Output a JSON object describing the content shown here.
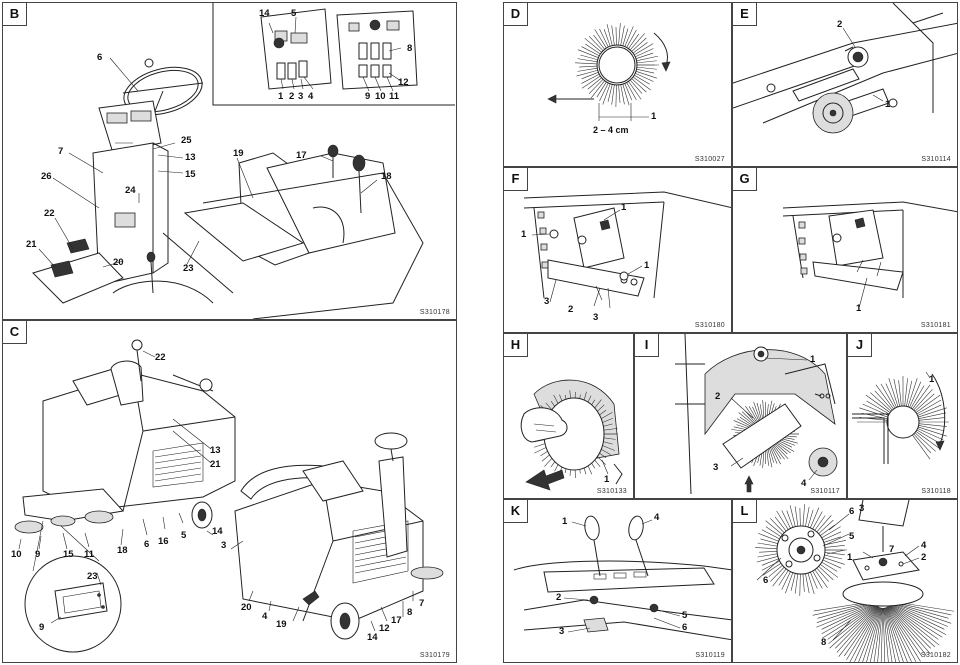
{
  "panels": {
    "B": {
      "letter": "B",
      "code": "S310178",
      "labels": [
        "14",
        "5",
        "6",
        "8",
        "12",
        "1",
        "2",
        "3",
        "4",
        "9",
        "10",
        "11",
        "25",
        "13",
        "7",
        "19",
        "17",
        "15",
        "26",
        "18",
        "24",
        "22",
        "21",
        "20",
        "23"
      ]
    },
    "C": {
      "letter": "C",
      "code": "S310179",
      "labels": [
        "22",
        "13",
        "21",
        "10",
        "9",
        "15",
        "11",
        "18",
        "6",
        "16",
        "5",
        "14",
        "3",
        "23",
        "9",
        "20",
        "4",
        "19",
        "12",
        "17",
        "14",
        "8",
        "7"
      ]
    },
    "D": {
      "letter": "D",
      "code": "S310027",
      "labels": [
        "1"
      ],
      "dimension": "2 – 4 cm"
    },
    "E": {
      "letter": "E",
      "code": "S310114",
      "labels": [
        "2",
        "1"
      ]
    },
    "F": {
      "letter": "F",
      "code": "S310180",
      "labels": [
        "1",
        "1",
        "1",
        "3",
        "2",
        "3"
      ]
    },
    "G": {
      "letter": "G",
      "code": "S310181",
      "labels": [
        "1"
      ]
    },
    "H": {
      "letter": "H",
      "code": "S310133",
      "labels": [
        "1"
      ]
    },
    "I": {
      "letter": "I",
      "code": "S310117",
      "labels": [
        "1",
        "2",
        "3",
        "4"
      ]
    },
    "J": {
      "letter": "J",
      "code": "S310118",
      "labels": [
        "1"
      ]
    },
    "K": {
      "letter": "K",
      "code": "S310119",
      "labels": [
        "1",
        "4",
        "2",
        "5",
        "3",
        "6"
      ]
    },
    "L": {
      "letter": "L",
      "code": "S310182",
      "labels": [
        "6",
        "5",
        "1",
        "7",
        "3",
        "4",
        "2",
        "6",
        "8"
      ]
    }
  }
}
